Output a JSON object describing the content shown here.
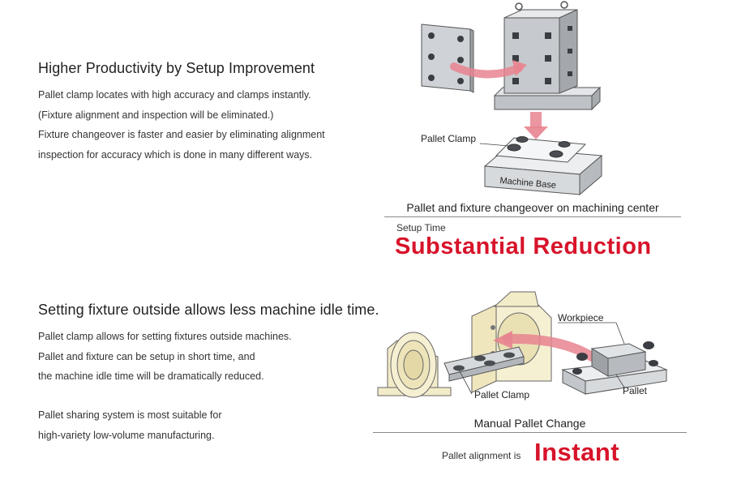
{
  "section1": {
    "heading": "Higher Productivity by Setup Improvement",
    "lines": [
      "Pallet clamp locates with high accuracy and clamps instantly.",
      "(Fixture alignment and inspection will be eliminated.)",
      "Fixture changeover is faster and easier by eliminating alignment",
      "inspection for accuracy which is done in many different ways."
    ],
    "diagram": {
      "pallet_clamp_label": "Pallet Clamp",
      "machine_base_label": "Machine Base",
      "caption": "Pallet and fixture changeover on machining center"
    },
    "result": {
      "small_text": "Setup Time",
      "big_text": "Substantial Reduction"
    }
  },
  "section2": {
    "heading": "Setting fixture outside allows less machine idle time.",
    "lines": [
      "Pallet clamp allows for setting fixtures outside machines.",
      "Pallet and fixture can be setup in short time, and",
      "the machine idle time will be dramatically reduced."
    ],
    "lines2": [
      "Pallet sharing system is most suitable for",
      "high-variety low-volume manufacturing."
    ],
    "diagram": {
      "workpiece_label": "Workpiece",
      "pallet_clamp_label": "Pallet Clamp",
      "pallet_label": "Pallet",
      "caption": "Manual Pallet Change"
    },
    "result": {
      "small_text": "Pallet alignment is",
      "big_text": "Instant"
    }
  },
  "colors": {
    "accent_red": "#d7132a",
    "arrow_pink": "#e8848f",
    "fixture_gray": "#c9ccd0",
    "machine_cream": "#f3ecc8"
  }
}
